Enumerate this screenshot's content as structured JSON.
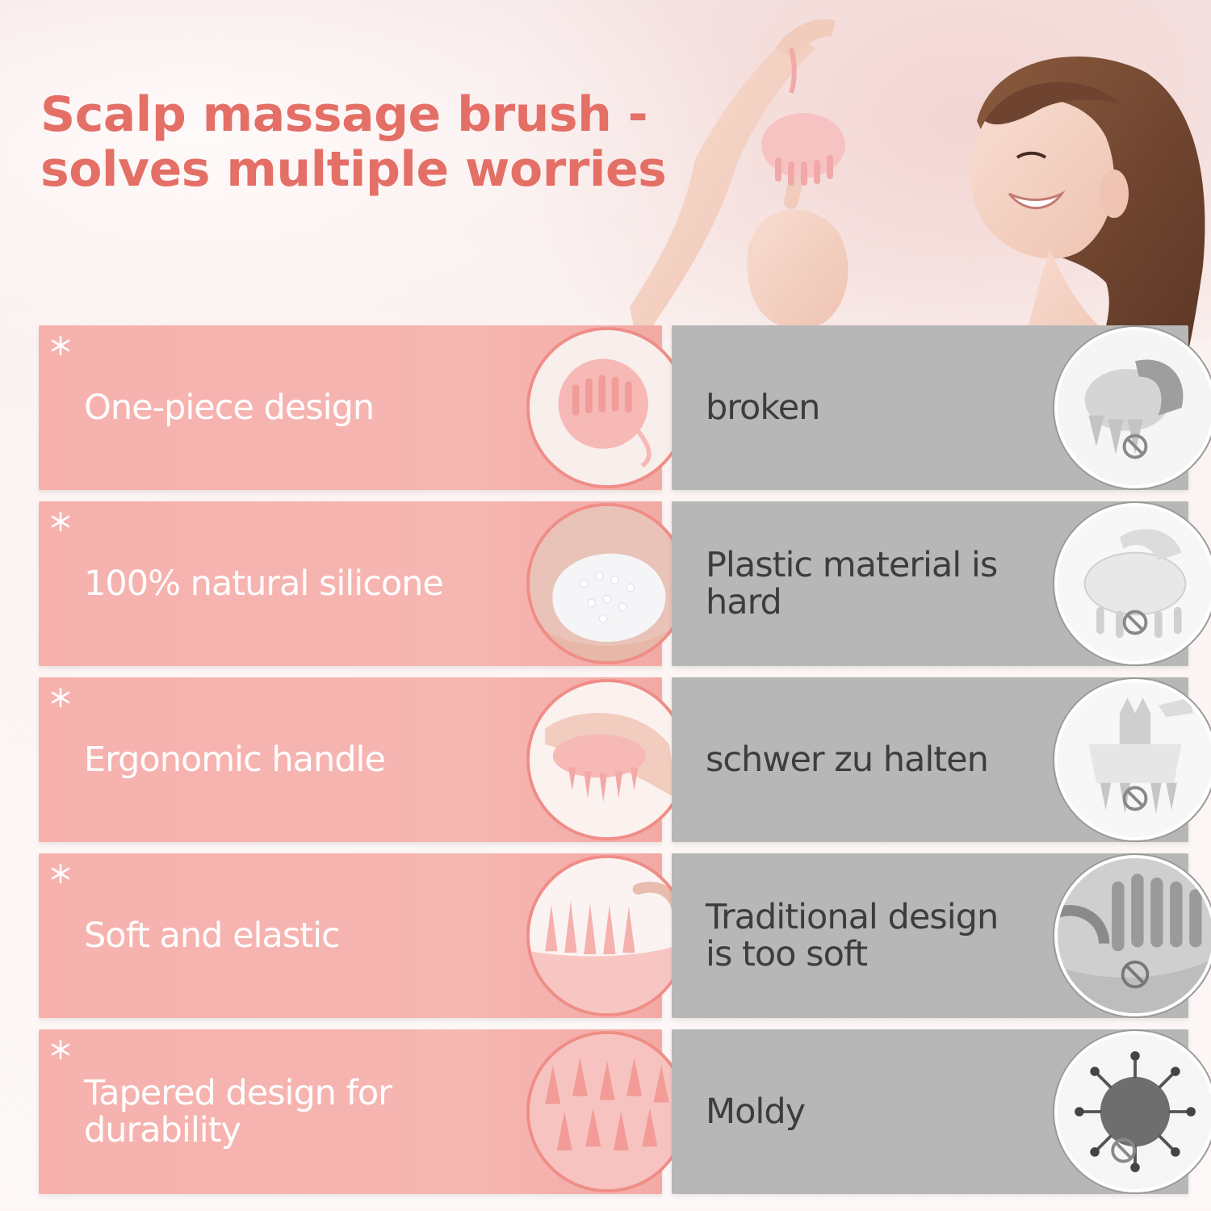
{
  "headline": {
    "line1": "Scalp massage brush -",
    "line2": "solves multiple worries"
  },
  "colors": {
    "headline": "#e46f66",
    "positive_card": "#f6b1ad",
    "negative_card": "#b7b7b7",
    "positive_text": "#ffffff",
    "negative_text": "#3d3d3d"
  },
  "advantages": [
    {
      "label": "One-piece design",
      "icon": "pink-brush-round-image"
    },
    {
      "label": "100% natural silicone",
      "icon": "silicone-beads-in-hands-image"
    },
    {
      "label": "Ergonomic handle",
      "icon": "hand-holding-brush-image"
    },
    {
      "label": "Soft and elastic",
      "icon": "soft-bristles-bending-image"
    },
    {
      "label": "Tapered design for durability",
      "icon": "tapered-bristles-image"
    }
  ],
  "drawbacks": [
    {
      "label": "broken",
      "icon": "broken-brush-image"
    },
    {
      "label": "Plastic material is hard",
      "icon": "plastic-brush-image"
    },
    {
      "label": "schwer zu halten",
      "icon": "hard-to-hold-brush-image"
    },
    {
      "label": "Traditional design is too soft",
      "icon": "soft-bristles-gray-image"
    },
    {
      "label": "Moldy",
      "icon": "mold-virus-image"
    }
  ]
}
